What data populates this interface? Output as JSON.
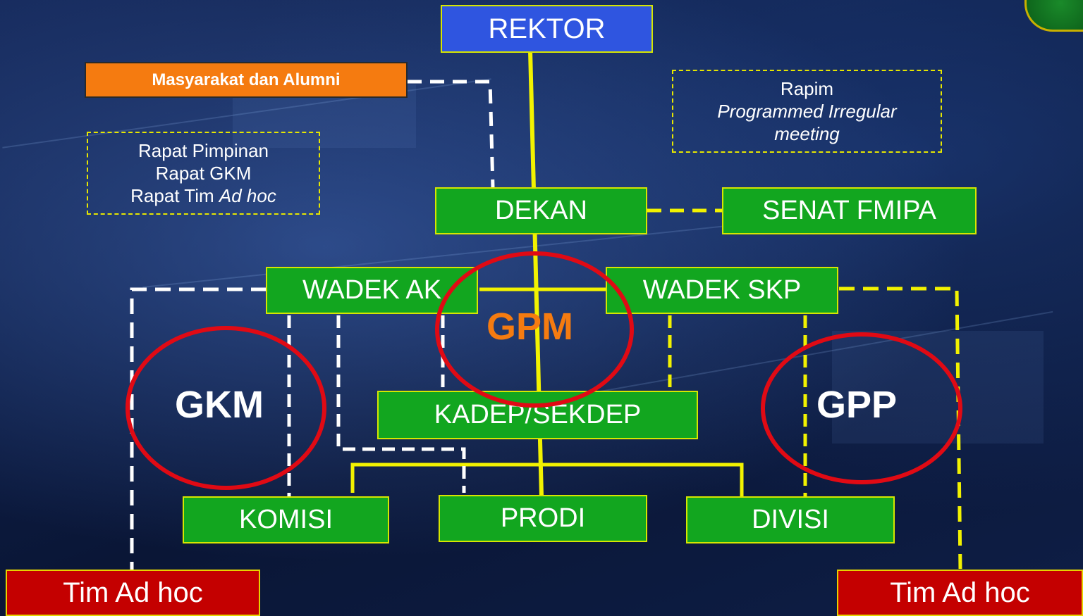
{
  "nodes": {
    "rektor": "REKTOR",
    "masyarakat": "Masyarakat dan Alumni",
    "dekan": "DEKAN",
    "senat": "SENAT FMIPA",
    "wadek_ak": "WADEK AK",
    "wadek_skp": "WADEK SKP",
    "kadep": "KADEP/SEKDEP",
    "komisi": "KOMISI",
    "prodi": "PRODI",
    "divisi": "DIVISI",
    "tim_left": "Tim Ad hoc",
    "tim_right": "Tim Ad hoc"
  },
  "notes": {
    "left": {
      "line1": "Rapat Pimpinan",
      "line2": "Rapat GKM",
      "line3_prefix": "Rapat Tim ",
      "line3_italic": "Ad hoc"
    },
    "right": {
      "line1": "Rapim",
      "line2": "Programmed Irregular",
      "line3": "meeting"
    }
  },
  "groups": {
    "gkm": "GKM",
    "gpm": "GPM",
    "gpp": "GPP"
  },
  "colors": {
    "node_green": "#12a61f",
    "node_blue": "#2f55e0",
    "node_orange": "#f57b10",
    "node_red": "#c40000",
    "line_yellow": "#f2f200",
    "line_white": "#ffffff",
    "ring_red": "#e00a14",
    "gpm_text": "#f57b10"
  }
}
